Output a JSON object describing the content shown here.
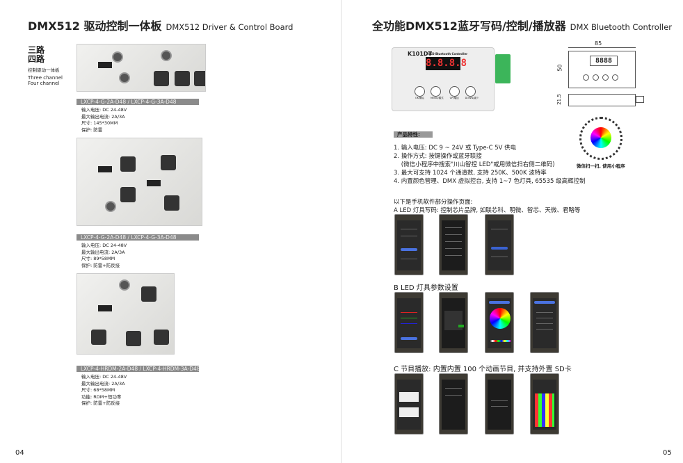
{
  "left_page": {
    "title": "DMX512 驱动控制一体板",
    "subtitle": "DMX512 Driver & Control Board",
    "side": {
      "line1": "三路",
      "line2": "四路",
      "cn_desc": "控制驱动一体板",
      "en1": "Three channel",
      "en2": "Four channel"
    },
    "products": [
      {
        "model": "LXCP-4-G-2A-D48 / LXCP-4-G-3A-D48",
        "specs": [
          "输入电压:  DC 24-48V",
          "最大输出电流:  2A/3A",
          "尺寸:  145*30MM",
          "保护:  防雷"
        ]
      },
      {
        "model": "LXCP-4-G-2A-D48 / LXCP-4-G-3A-D48",
        "specs": [
          "输入电压:  DC 24-48V",
          "最大输出电流:  2A/3A",
          "尺寸:  89*58MM",
          "保护: 防雷+防反接"
        ]
      },
      {
        "model": "LXCP-4-HRDM-2A-D48 / LXCP-4-HRDM-3A-D48",
        "specs": [
          "输入电压:  DC 24-48V",
          "最大输出电流:  2A/3A",
          "尺寸:  68*58MM",
          "功能:  RDM+恒功率",
          "保护: 防雷+防反接"
        ]
      }
    ],
    "page_number": "04"
  },
  "right_page": {
    "title": "全功能DMX512蓝牙写码/控制/播放器",
    "subtitle": "DMX Bluetooth Controller",
    "device": {
      "model": "K101DT",
      "label": "LED Bluetooth Controller",
      "display": "8.8.8.8",
      "buttons": [
        "OK/确认",
        "MENU/模式",
        "UP/增加",
        "DOWN/减少"
      ]
    },
    "drawing": {
      "width": "85",
      "height": "50",
      "depth": "21.5",
      "display": "8888"
    },
    "features_heading": "产品特性:",
    "features": [
      "1. 输入电压:  DC 9 ~ 24V 或 Type-C 5V 供电",
      "2. 操作方式:  按键操作或蓝牙联接",
      "    (微信小程序中搜索\"川山智控 LED\"或用微信扫右侧二维码)",
      "3. 最大可支持 1024 个通道数,  支持 250K、500K 波特率",
      "4. 内置颜色管理、DMX 虚拟控台,  支持 1~7 色灯具,  65535 级高辉控制"
    ],
    "qr_caption": "微信扫一扫,  使用小程序",
    "app_intro": "以下是手机软件部分操作页面:",
    "sections": [
      "A LED 灯具写码:  控制芯片品牌,  如联芯科、明微、智芯、天微、君略等",
      "B LED 灯具参数设置",
      "C 节目播放:  内置内置 100 个动画节目,  并支持外置 SD卡"
    ],
    "page_number": "05"
  }
}
